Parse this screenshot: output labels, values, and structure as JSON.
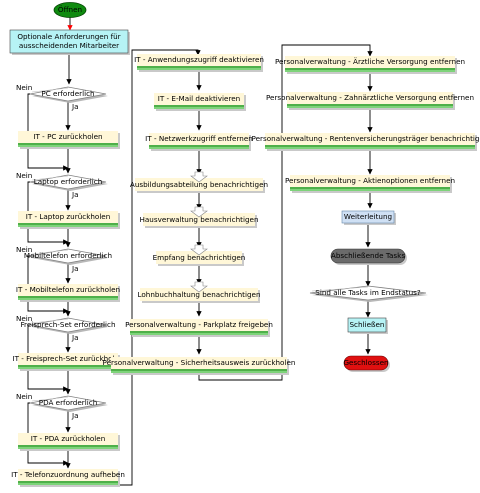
{
  "diagram": {
    "start_label": "Öffnen",
    "intro_lines": [
      "Optionale Anforderungen für",
      "ausscheidenden Mitarbeiter"
    ],
    "left_column": [
      {
        "kind": "decision",
        "label": "PC erforderlich",
        "no": "Nein",
        "yes": "Ja"
      },
      {
        "kind": "task",
        "label": "IT - PC zurückholen"
      },
      {
        "kind": "decision",
        "label": "Laptop erforderlich",
        "no": "Nein",
        "yes": "Ja"
      },
      {
        "kind": "task",
        "label": "IT - Laptop zurückholen"
      },
      {
        "kind": "decision",
        "label": "Mobiltelefon erforderlich",
        "no": "Nein",
        "yes": "Ja"
      },
      {
        "kind": "task",
        "label": "IT - Mobiltelefon zurückholen"
      },
      {
        "kind": "decision",
        "label": "Freisprech-Set erforderlich",
        "no": "Nein",
        "yes": "Ja"
      },
      {
        "kind": "task",
        "label": "IT - Freisprech-Set zurückholen"
      },
      {
        "kind": "decision",
        "label": "PDA erforderlich",
        "no": "Nein",
        "yes": "Ja"
      },
      {
        "kind": "task",
        "label": "IT - PDA zurückholen"
      },
      {
        "kind": "task",
        "label": "IT - Telefonzuordnung aufheben"
      }
    ],
    "middle_column": [
      {
        "kind": "task",
        "label": "IT - Anwendungszugriff deaktivieren"
      },
      {
        "kind": "task",
        "label": "IT - E-Mail deaktivieren"
      },
      {
        "kind": "task",
        "label": "IT - Netzwerkzugriff entfernen"
      },
      {
        "kind": "notify",
        "label": "Ausbildungsabteilung benachrichtigen"
      },
      {
        "kind": "notify",
        "label": "Hausverwaltung benachrichtigen"
      },
      {
        "kind": "notify",
        "label": "Empfang benachrichtigen"
      },
      {
        "kind": "notify",
        "label": "Lohnbuchhaltung benachrichtigen"
      },
      {
        "kind": "task",
        "label": "Personalverwaltung - Parkplatz freigeben"
      },
      {
        "kind": "task",
        "label": "Personalverwaltung - Sicherheitsausweis zurückholen"
      }
    ],
    "right_column": [
      {
        "kind": "task",
        "label": "Personalverwaltung - Ärztliche Versorgung entfernen"
      },
      {
        "kind": "task",
        "label": "Personalverwaltung - Zahnärztliche Versorgung entfernen"
      },
      {
        "kind": "task",
        "label": "Personalverwaltung - Rentenversicherungsträger benachrichtigen"
      },
      {
        "kind": "task",
        "label": "Personalverwaltung - Aktienoptionen entfernen"
      }
    ],
    "end_sequence": {
      "forward": "Weiterleitung",
      "final_tasks": "Abschließende Tasks",
      "question": "Sind alle Tasks im Endstatus?",
      "close": "Schließen",
      "end": "Geschlossen"
    }
  },
  "colors": {
    "start_fill": "#0f8a0f",
    "start_arrow": "#ff0000",
    "intro_fill": "#b6f3f5",
    "task_fill": "#fff7d8",
    "task_bar": "#4fb04a",
    "forward_fill": "#cfe0f4",
    "final_tasks_fill": "#6b6b6b",
    "close_fill": "#b6f3f5",
    "end_fill": "#e01010"
  }
}
